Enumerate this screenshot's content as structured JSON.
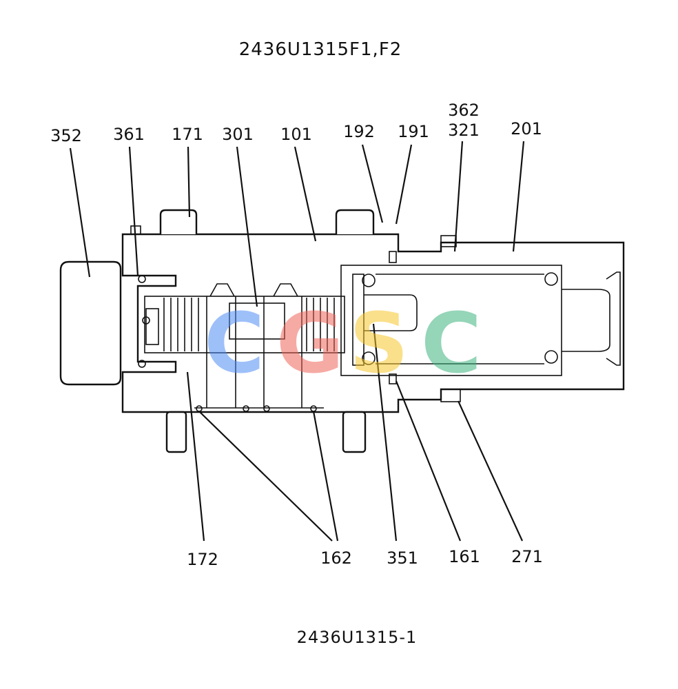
{
  "title": "2436U1315F1,F2",
  "caption": "2436U1315-1",
  "watermark": {
    "letters": [
      "C",
      "G",
      "S",
      "C"
    ],
    "colors": [
      "#4f8df5",
      "#f0655a",
      "#f7c72e",
      "#3fb37f"
    ]
  },
  "parts": {
    "p352": "352",
    "p361": "361",
    "p171": "171",
    "p301": "301",
    "p101": "101",
    "p192": "192",
    "p191": "191",
    "p362": "362",
    "p321": "321",
    "p201": "201",
    "p172": "172",
    "p162": "162",
    "p351": "351",
    "p161": "161",
    "p271": "271"
  }
}
